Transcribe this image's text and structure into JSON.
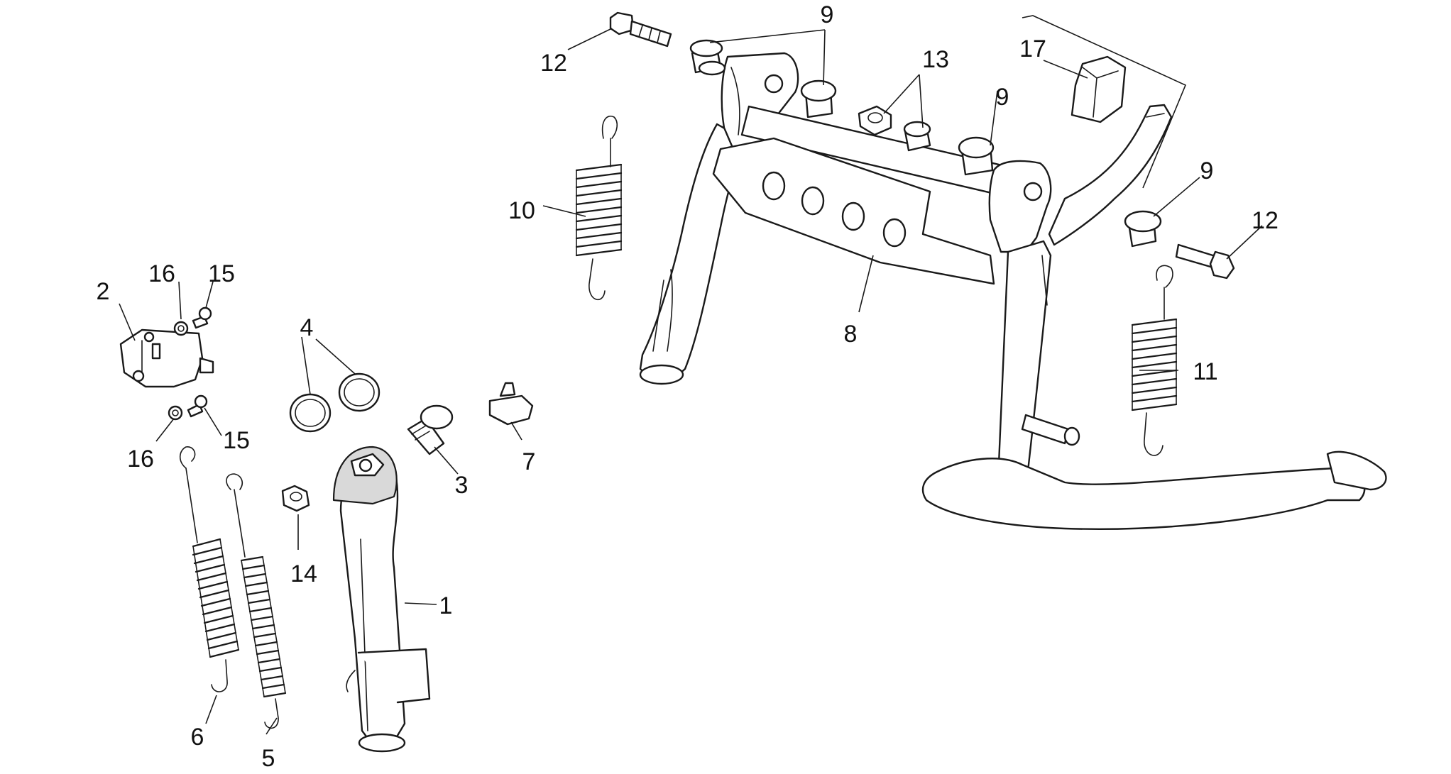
{
  "colors": {
    "background": "#ffffff",
    "line": "#1a1a1a",
    "shade": "#d9d9d9"
  },
  "callouts": {
    "c1": "1",
    "c2": "2",
    "c3": "3",
    "c4": "4",
    "c5": "5",
    "c6": "6",
    "c7": "7",
    "c8": "8",
    "c9a": "9",
    "c9b": "9",
    "c9c": "9",
    "c10": "10",
    "c11": "11",
    "c12a": "12",
    "c12b": "12",
    "c13": "13",
    "c14": "14",
    "c15a": "15",
    "c15b": "15",
    "c16a": "16",
    "c16b": "16",
    "c17": "17"
  },
  "parts": [
    "side-stand",
    "side-stand-switch",
    "pivot-pin",
    "o-ring",
    "spring-outer",
    "spring-inner",
    "rubber-stop",
    "centre-stand",
    "bushing",
    "spring-left",
    "spring-right",
    "bolt",
    "nut",
    "nut-small",
    "screw",
    "washer",
    "stop-bracket"
  ]
}
